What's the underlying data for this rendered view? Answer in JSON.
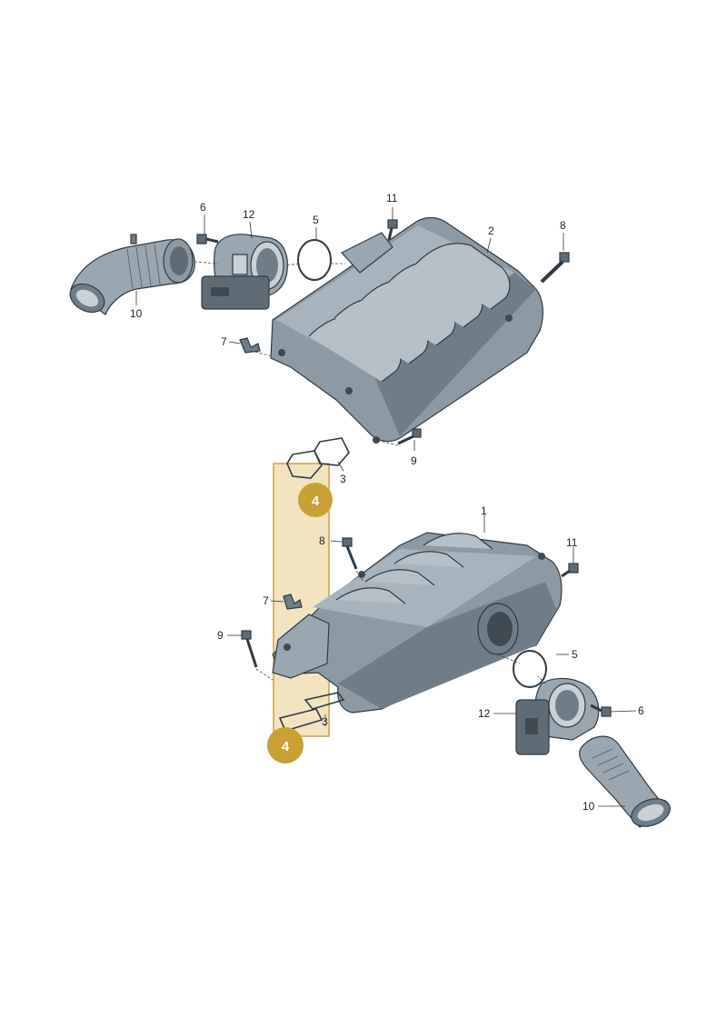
{
  "colors": {
    "part_fill": "#9aa7b1",
    "part_shadow": "#6f7d88",
    "part_highlight": "#c9d1d7",
    "highlight_box": "#f3e3bf",
    "highlight_box_border": "#c9a24a",
    "badge": "#c9a033"
  },
  "upper_assembly": {
    "callouts": {
      "c6": "6",
      "c12": "12",
      "c5": "5",
      "c11": "11",
      "c2": "2",
      "c8": "8",
      "c10": "10",
      "c7": "7",
      "c9": "9",
      "c3": "3"
    }
  },
  "lower_assembly": {
    "callouts": {
      "c1": "1",
      "c8": "8",
      "c11": "11",
      "c7": "7",
      "c9": "9",
      "c5": "5",
      "c3": "3",
      "c12": "12",
      "c6": "6",
      "c10": "10"
    }
  },
  "highlight": {
    "badge_top": "4",
    "badge_bottom": "4"
  }
}
